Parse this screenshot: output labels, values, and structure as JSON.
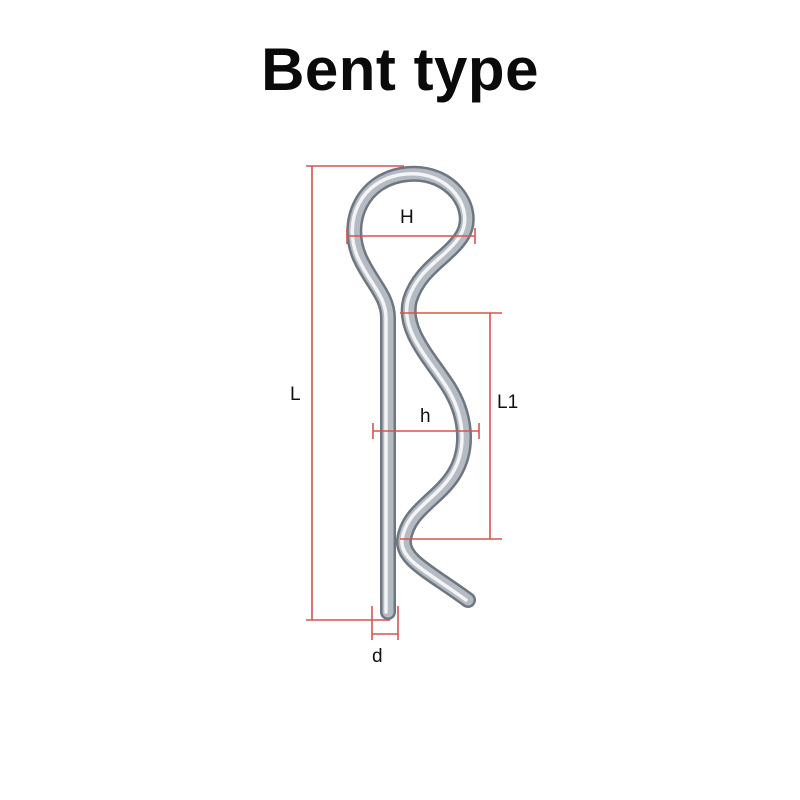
{
  "title": "Bent type",
  "labels": {
    "H": "H",
    "L": "L",
    "L1": "L1",
    "h": "h",
    "d": "d"
  },
  "colors": {
    "dimension_line": "#d9534f",
    "label_text": "#111111",
    "metal_dark": "#6e7680",
    "metal_mid": "#aeb5bd",
    "metal_light": "#eef1f4"
  },
  "icons": {
    "pin": "r-clip-pin-icon"
  }
}
